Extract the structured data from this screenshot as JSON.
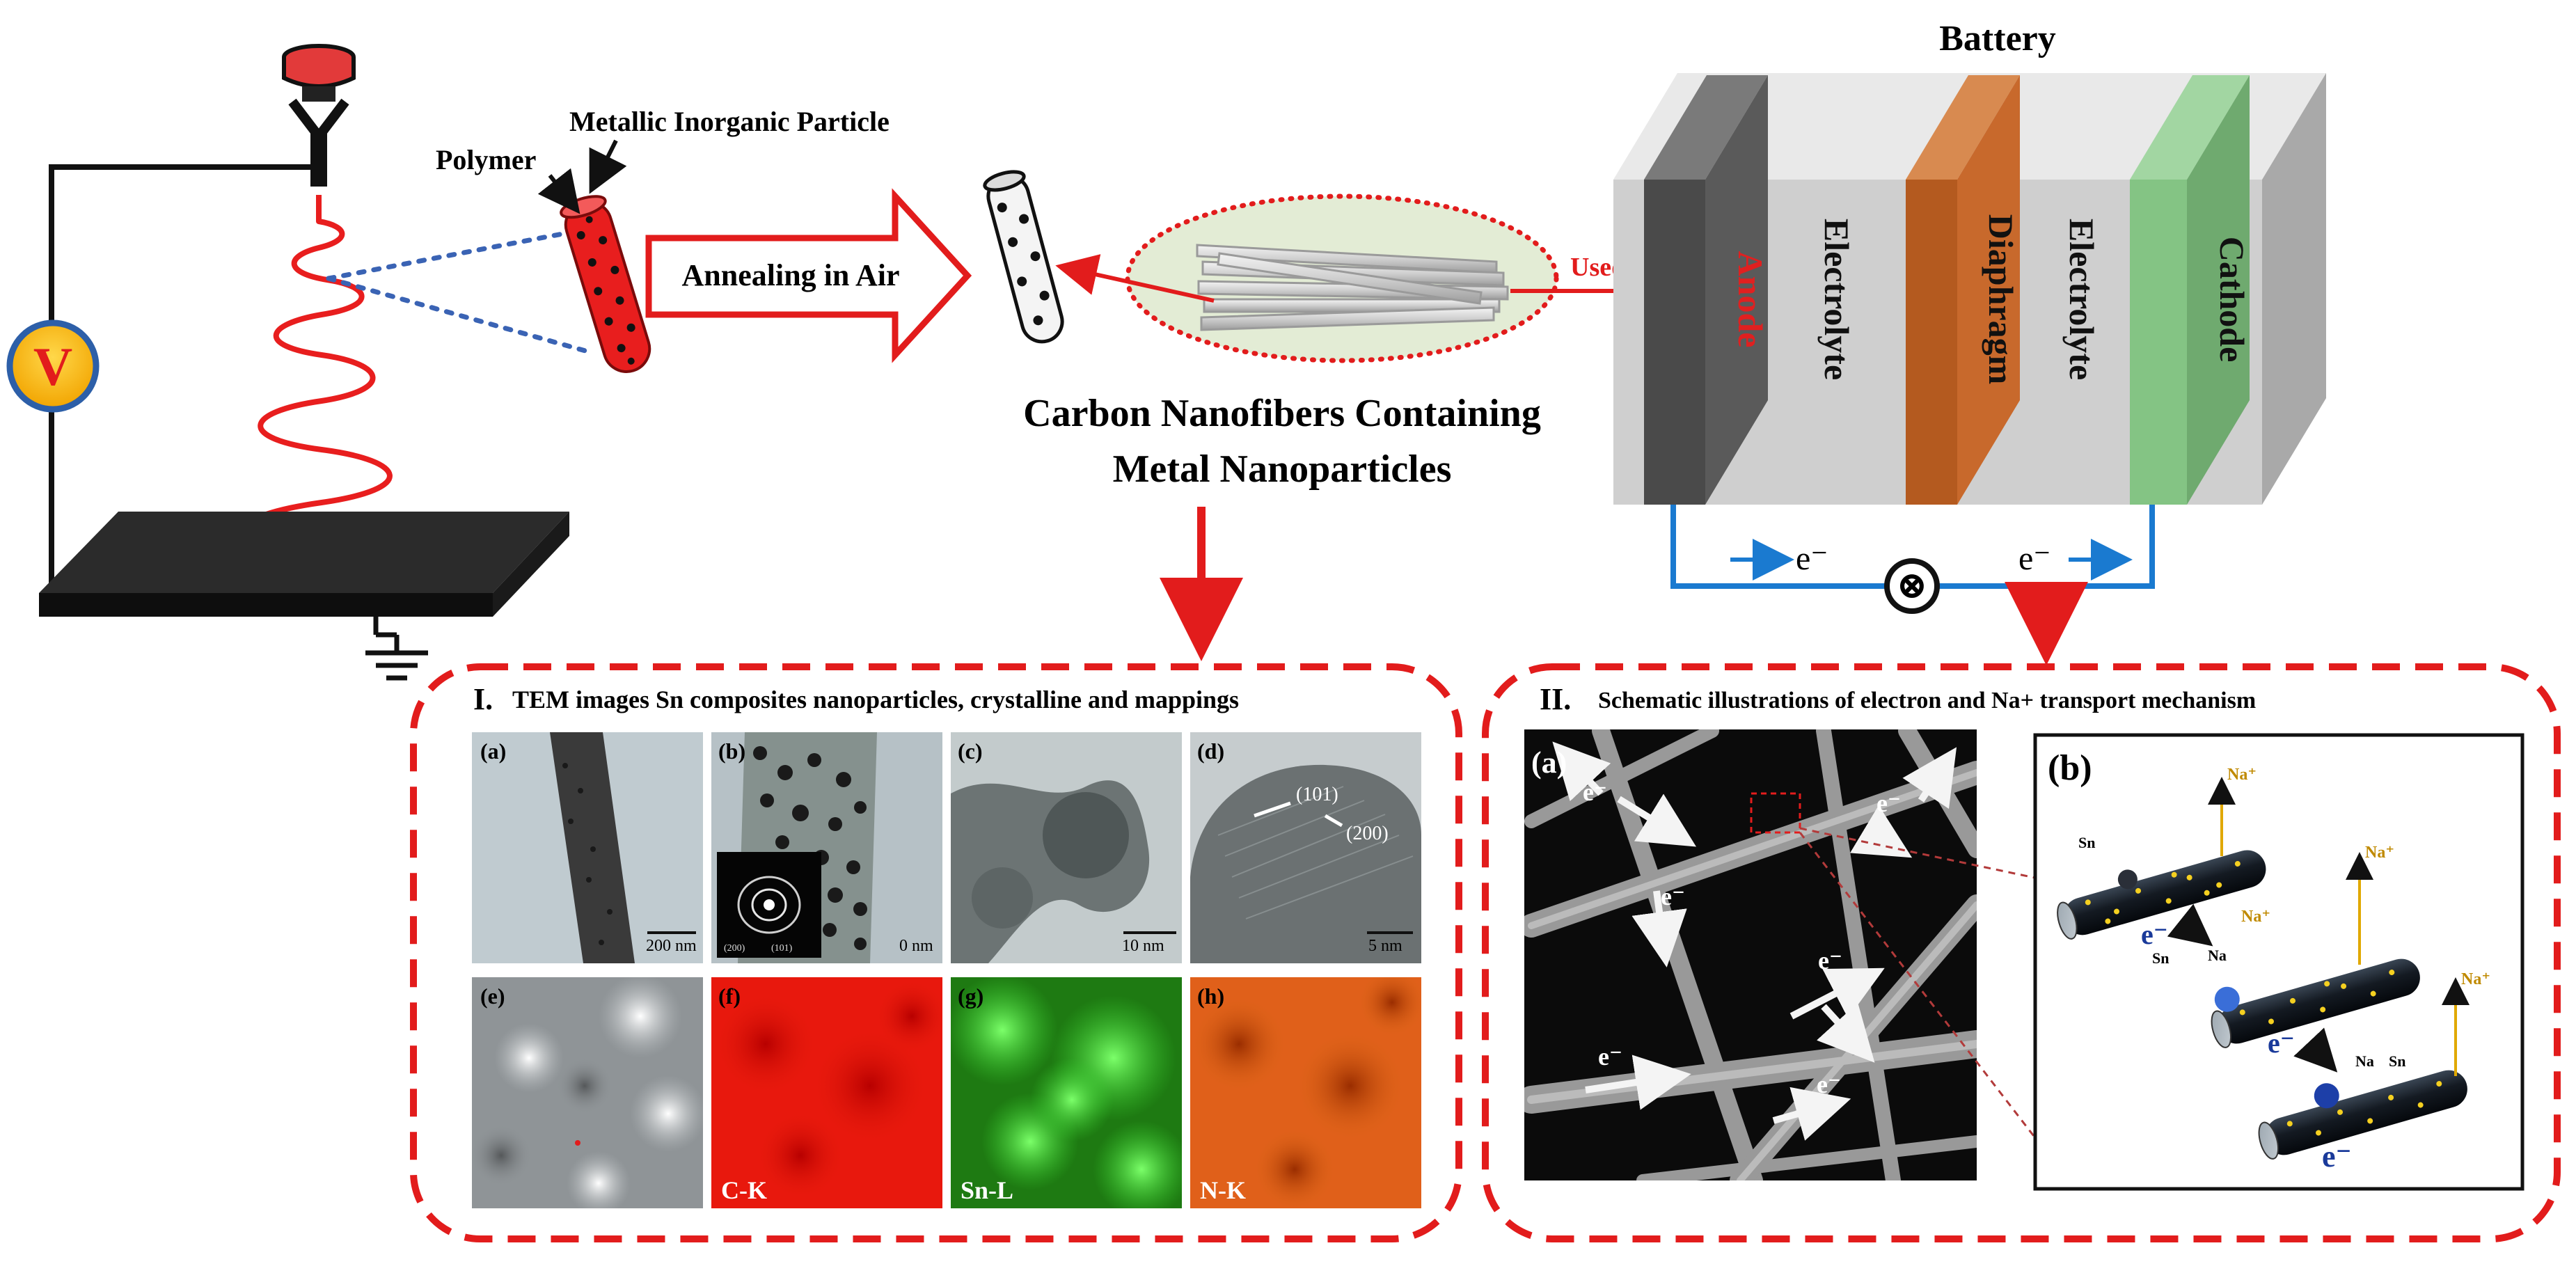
{
  "electrospinning": {
    "voltage_label": "V",
    "polymer_label": "Polymer",
    "particle_label": "Metallic Inorganic Particle",
    "annealing_label": "Annealing in Air"
  },
  "nanofiber": {
    "caption_line1": "Carbon Nanofibers Containing",
    "caption_line2": "Metal Nanoparticles",
    "used_as_label": "Used as"
  },
  "battery": {
    "title": "Battery",
    "layers": [
      "Anode",
      "Electrolyte",
      "Diaphragm",
      "Electrolyte",
      "Cathode"
    ],
    "electron_left": "e⁻",
    "electron_right": "e⁻",
    "load_symbol": "⊗",
    "colors": {
      "anode": "#5a5a5a",
      "diaphragm": "#c8692c",
      "cathode": "#6faa6f",
      "anode_text": "#e02020"
    }
  },
  "panel1": {
    "title_num": "I.",
    "title": "TEM images Sn composites nanoparticles, crystalline and mappings",
    "tiles": [
      {
        "tag": "(a)",
        "scale": "200 nm",
        "bottom_label": ""
      },
      {
        "tag": "(b)",
        "scale": "0 nm",
        "bottom_label": ""
      },
      {
        "tag": "(c)",
        "scale": "10 nm",
        "bottom_label": ""
      },
      {
        "tag": "(d)",
        "scale": "5 nm",
        "bottom_label": ""
      },
      {
        "tag": "(e)",
        "scale": "",
        "bottom_label": ""
      },
      {
        "tag": "(f)",
        "scale": "",
        "bottom_label": "C-K"
      },
      {
        "tag": "(g)",
        "scale": "",
        "bottom_label": "Sn-L"
      },
      {
        "tag": "(h)",
        "scale": "",
        "bottom_label": "N-K"
      }
    ],
    "inset_labels": [
      "(200)",
      "(101)"
    ],
    "plane_labels": [
      "(101)",
      "(200)"
    ]
  },
  "panel2": {
    "title_num": "II.",
    "title": "Schematic illustrations of electron and Na+ transport mechanism",
    "sem_tag": "(a)",
    "sem_electrons": [
      "e⁻",
      "e⁻",
      "e⁻",
      "e⁻",
      "e⁻",
      "e⁻"
    ],
    "schematic_tag": "(b)",
    "ion_labels": [
      "Na⁺",
      "Na⁺",
      "Na⁺",
      "Na⁺"
    ],
    "species": [
      "Sn",
      "Na",
      "Sn",
      "Na",
      "Sn"
    ],
    "electron_labels": [
      "e⁻",
      "e⁻",
      "e⁻"
    ]
  }
}
